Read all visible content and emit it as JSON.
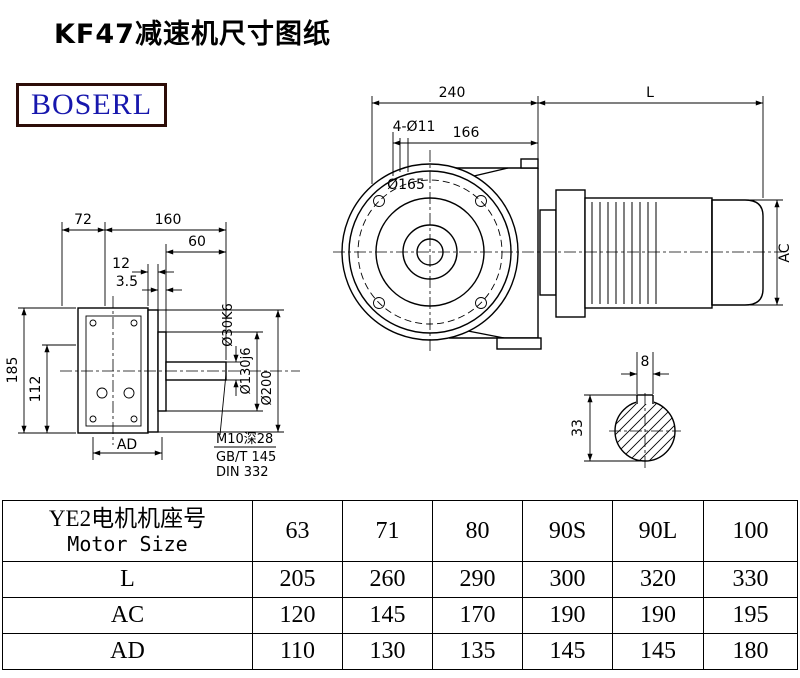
{
  "page": {
    "title": "KF47减速机尺寸图纸",
    "brand": "BOSERL"
  },
  "front_view": {
    "dim_240": "240",
    "dim_L": "L",
    "dim_166": "166",
    "holes_label": "4-Ø11",
    "bolt_circle_label": "Ø165",
    "dim_AC": "AC"
  },
  "side_view": {
    "dim_72": "72",
    "dim_160": "160",
    "dim_60": "60",
    "dim_12": "12",
    "dim_3_5": "3.5",
    "dim_185": "185",
    "dim_112": "112",
    "dim_AD": "AD",
    "shaft_dia": "Ø30K6",
    "spigot_dia": "Ø130j6",
    "flange_dia": "Ø200",
    "note_tap": "M10深28",
    "note_gb": "GB/T 145",
    "note_din": "DIN 332"
  },
  "shaft_section": {
    "dim_key_width": "8",
    "dim_key_height": "33"
  },
  "table": {
    "header": {
      "label_cn": "YE2电机机座号",
      "label_en": "Motor Size",
      "sizes": [
        "63",
        "71",
        "80",
        "90S",
        "90L",
        "100"
      ]
    },
    "rows": [
      {
        "label": "L",
        "values": [
          "205",
          "260",
          "290",
          "300",
          "320",
          "330"
        ]
      },
      {
        "label": "AC",
        "values": [
          "120",
          "145",
          "170",
          "190",
          "190",
          "195"
        ]
      },
      {
        "label": "AD",
        "values": [
          "110",
          "130",
          "135",
          "145",
          "145",
          "180"
        ]
      }
    ]
  }
}
